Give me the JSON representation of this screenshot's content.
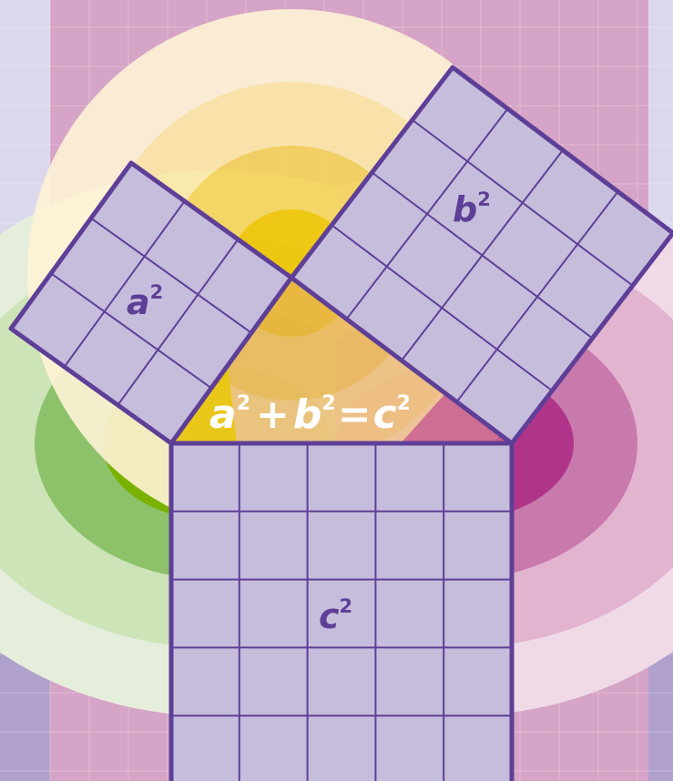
{
  "labels": {
    "square_a": "a",
    "square_b": "b",
    "square_c": "c",
    "exponent": "2",
    "equation": {
      "a": "a",
      "b": "b",
      "c": "c",
      "exp": "2",
      "plus": "+",
      "equals": "="
    }
  },
  "colors": {
    "square_fill": "#c6bddc",
    "square_stroke": "#5e3f97",
    "label": "#5e3f97",
    "equation_text": "#ffffff",
    "center_yellow": "#f0c400",
    "center_green": "#7ab000",
    "center_magenta": "#b0358a",
    "panel_pink": "#d6a4c6"
  },
  "squares": [
    {
      "name": "a",
      "grid": 3
    },
    {
      "name": "b",
      "grid": 4
    },
    {
      "name": "c",
      "grid": 5
    }
  ]
}
